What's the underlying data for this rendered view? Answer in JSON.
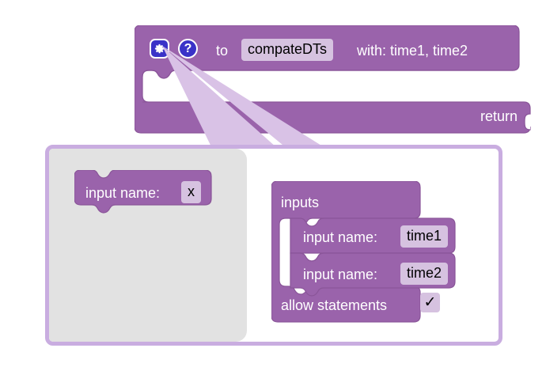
{
  "theme": {
    "block_fill": "#9a63ab",
    "block_stroke": "#8a5599",
    "block_text": "#ffffff",
    "field_fill": "#d6c2e0",
    "field_text": "#000000",
    "icon_fill": "#3a32c8",
    "icon_stroke": "#ffffff",
    "bubble_border": "#c9ade0",
    "bubble_fill": "#ffffff",
    "flyout_fill": "#e2e2e2",
    "tail_fill": "#d9c2e6",
    "canvas_bg": "#ffffff"
  },
  "procedure_block": {
    "gear_icon": "gear-icon",
    "help_icon": "question-mark-icon",
    "to_label": "to",
    "procedure_name": "compateDTs",
    "params_label": "with: time1, time2",
    "return_label": "return"
  },
  "mutator": {
    "flyout": {
      "block": {
        "label": "input name:",
        "value": "x"
      }
    },
    "workspace": {
      "container": {
        "label": "inputs"
      },
      "inputs": [
        {
          "label": "input name:",
          "value": "time1"
        },
        {
          "label": "input name:",
          "value": "time2"
        }
      ],
      "allow_statements": {
        "label": "allow statements",
        "checked": true,
        "check_glyph": "✓"
      }
    }
  }
}
